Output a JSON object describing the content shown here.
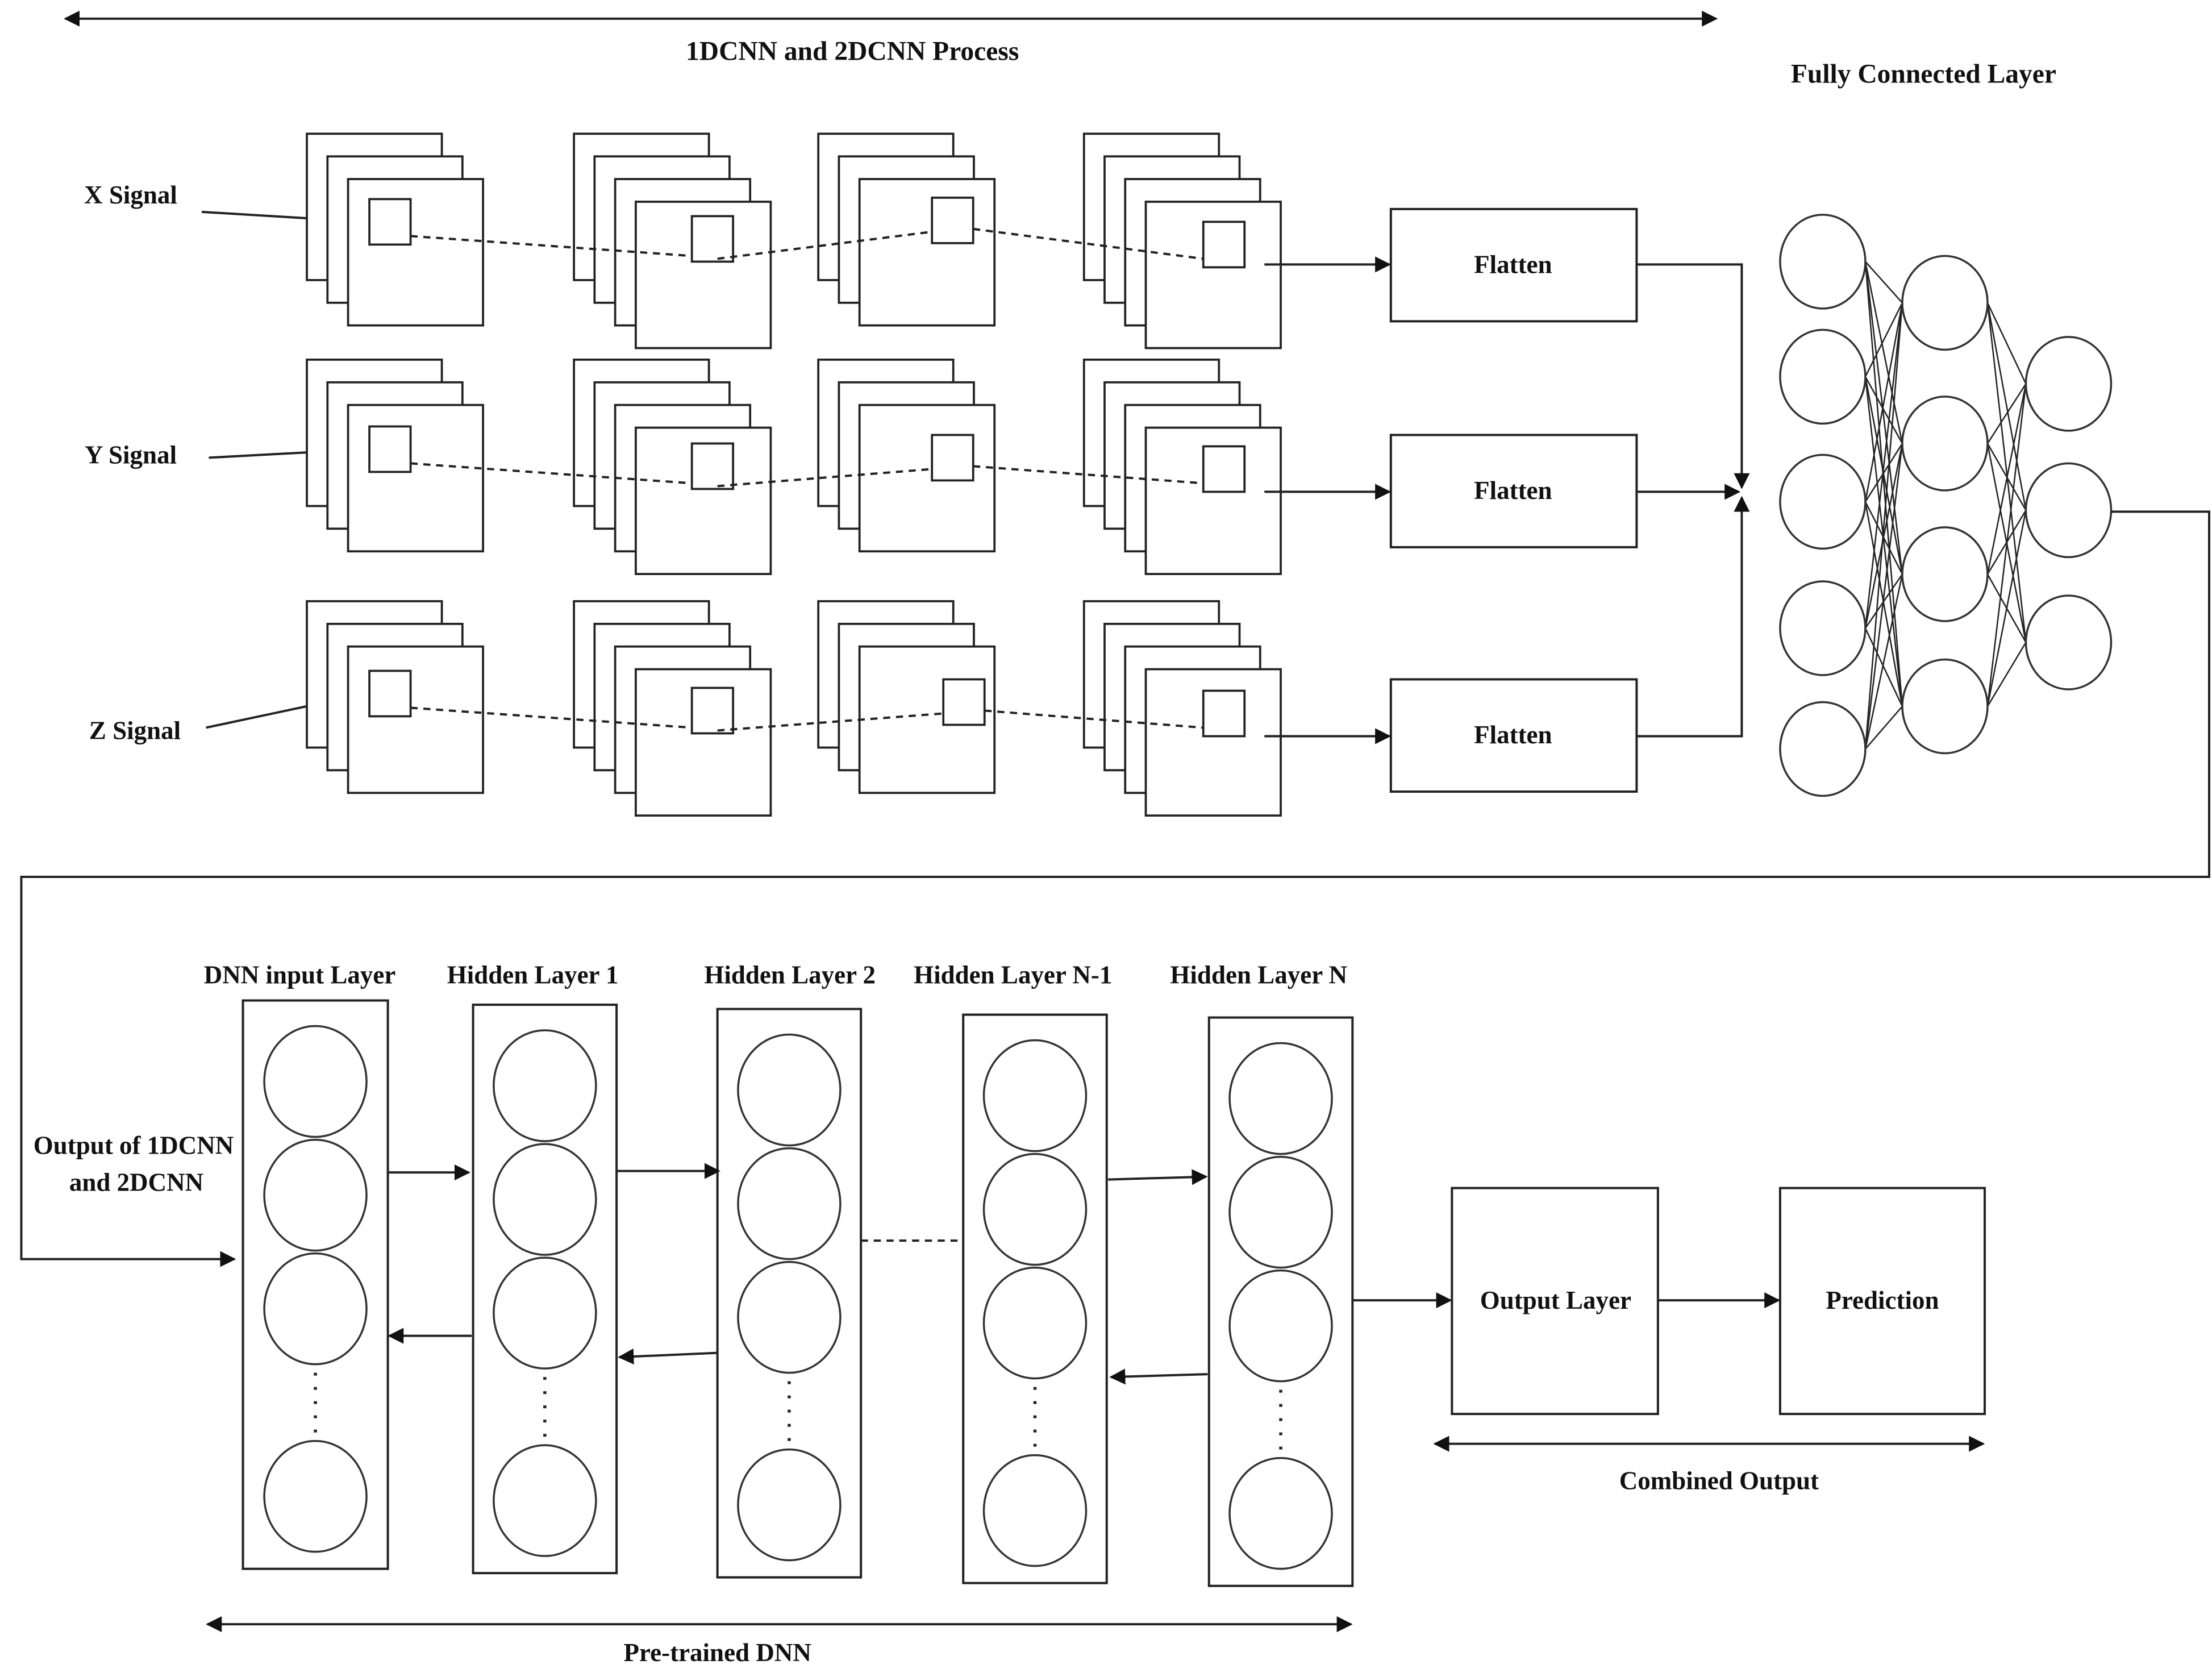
{
  "top_section": {
    "process_label": "1DCNN and 2DCNN Process",
    "fc_label": "Fully Connected Layer",
    "signals": [
      {
        "label": "X Signal"
      },
      {
        "label": "Y Signal"
      },
      {
        "label": "Z Signal"
      }
    ],
    "flatten_label": "Flatten",
    "feature_map_columns": [
      {
        "sheets": 3
      },
      {
        "sheets": 4
      },
      {
        "sheets": 3
      },
      {
        "sheets": 4
      }
    ],
    "fc_layers": [
      5,
      4,
      3
    ]
  },
  "bottom_section": {
    "input_label_line1": "Output of 1DCNN",
    "input_label_line2": "and 2DCNN",
    "layers": [
      {
        "label": "DNN input Layer"
      },
      {
        "label": "Hidden Layer 1"
      },
      {
        "label": "Hidden Layer 2"
      },
      {
        "label": "Hidden Layer N-1"
      },
      {
        "label": "Hidden Layer N"
      }
    ],
    "output_layer_label": "Output Layer",
    "prediction_label": "Prediction",
    "pretrained_label": "Pre-trained DNN",
    "combined_label": "Combined Output"
  }
}
